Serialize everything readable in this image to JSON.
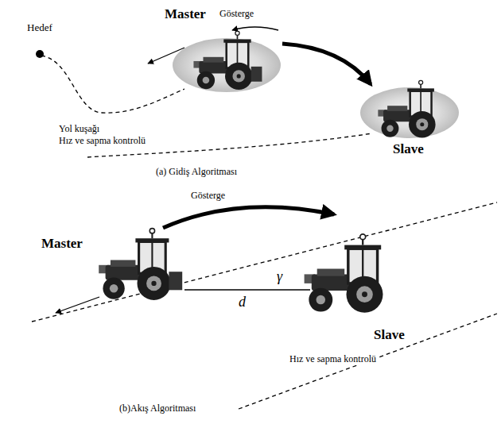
{
  "diagram": {
    "labels": [
      "Master",
      "Gösterge",
      "Hedef",
      "Yol kuşağı",
      "Hız ve sapma kontrolü",
      "Slave",
      "(a) Gidiş Algoritması",
      "Gösterge",
      "Master",
      "γ",
      "d",
      "Slave",
      "Hız ve sapma kontrolü",
      "(b)Akış Algoritması"
    ]
  }
}
